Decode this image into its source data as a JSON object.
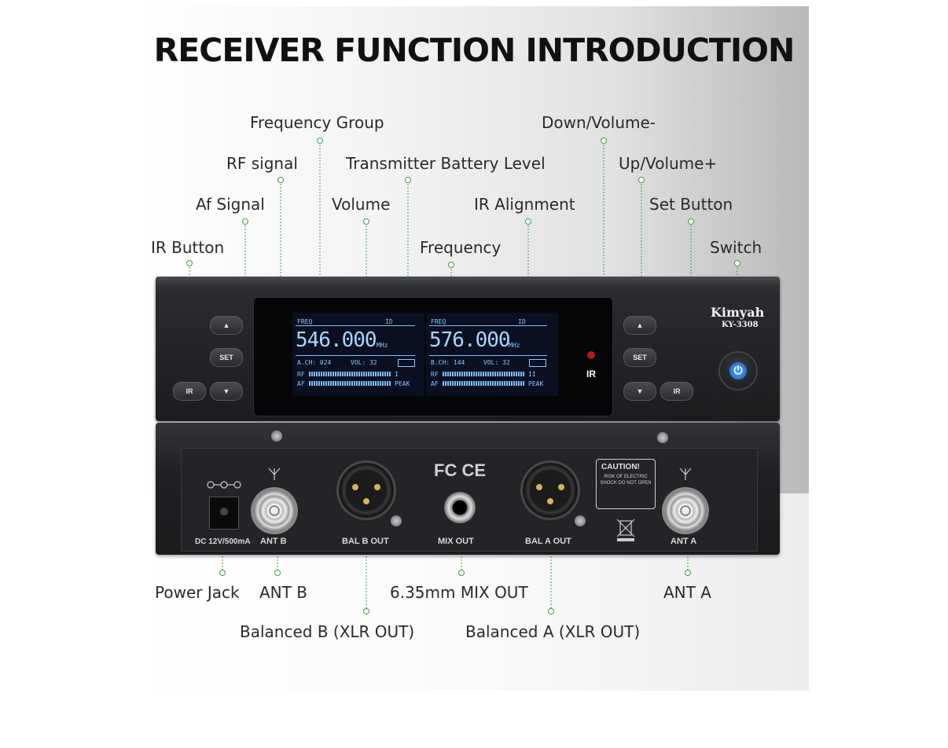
{
  "title": "RECEIVER FUNCTION INTRODUCTION",
  "callouts": {
    "frequency_group": "Frequency Group",
    "down_volume": "Down/Volume-",
    "rf_signal": "RF signal",
    "transmitter_battery": "Transmitter Battery Level",
    "up_volume": "Up/Volume+",
    "af_signal": "Af Signal",
    "volume": "Volume",
    "ir_alignment": "IR Alignment",
    "set_button": "Set Button",
    "ir_button": "IR Button",
    "frequency": "Frequency",
    "switch": "Switch",
    "power_jack": "Power Jack",
    "ant_b": "ANT B",
    "mix_out": "6.35mm MIX OUT",
    "ant_a": "ANT A",
    "balanced_b": "Balanced B (XLR OUT)",
    "balanced_a": "Balanced A (XLR OUT)"
  },
  "device": {
    "brand": "Kimyah",
    "model": "KY-3308",
    "left_channel": {
      "freq_label": "FREQ",
      "id_label": "ID",
      "frequency": "546.000",
      "unit": "MHz",
      "ch": "A.CH: 024",
      "vol": "VOL: 32",
      "rf": "RF",
      "af": "AF",
      "peak": "PEAK",
      "marker": "I"
    },
    "right_channel": {
      "freq_label": "FREQ",
      "id_label": "ID",
      "frequency": "576.000",
      "unit": "MHz",
      "ch": "B.CH: 144",
      "vol": "VOL: 32",
      "rf": "RF",
      "af": "AF",
      "peak": "PEAK",
      "marker": "II"
    },
    "ir_label": "IR",
    "buttons": {
      "up": "▲",
      "down": "▼",
      "set": "SET",
      "ir": "IR"
    },
    "power_symbol": "⏻"
  },
  "rear": {
    "dc": "DC 12V/500mA",
    "ant_b": "ANT B",
    "bal_b": "BAL B OUT",
    "mix": "MIX OUT",
    "bal_a": "BAL A OUT",
    "ant_a": "ANT A",
    "fc_ce": "FC CE",
    "caution_title": "CAUTION!",
    "caution_text": "RISK OF ELECTRIC SHOCK DO NOT OPEN"
  }
}
